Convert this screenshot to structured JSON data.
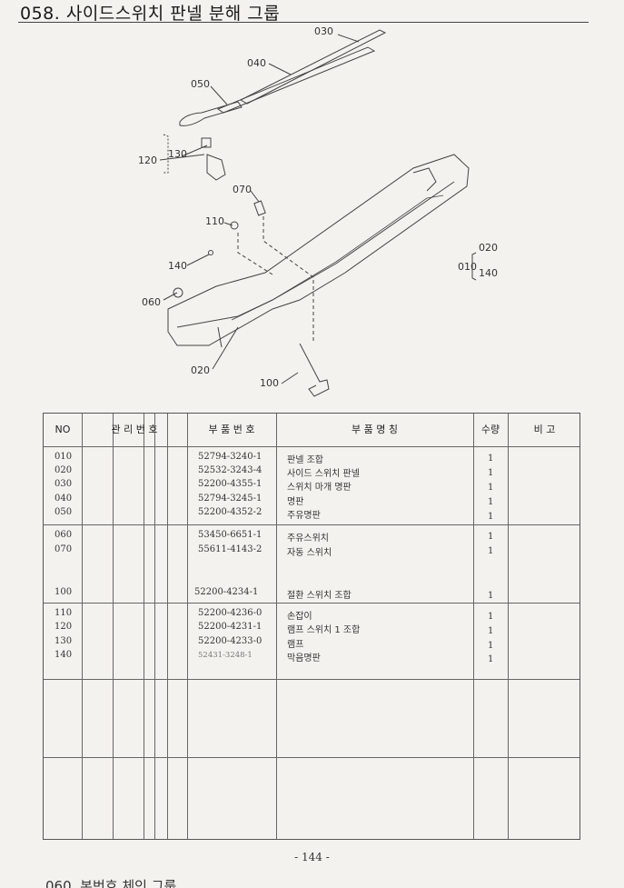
{
  "header": {
    "title": "058. 사이드스위치 판넬 분해 그룹"
  },
  "callouts": {
    "c030": "030",
    "c040": "040",
    "c050": "050",
    "c120": "120",
    "c130": "130",
    "c070": "070",
    "c110": "110",
    "c140": "140",
    "c060": "060",
    "c020": "020",
    "c100": "100",
    "c010": "010",
    "s020": "020",
    "s140": "140"
  },
  "table": {
    "headers": {
      "no": "NO",
      "mgmt": "관 리 번 호",
      "part_no": "부 품 번 호",
      "part_name": "부      품      명      칭",
      "qty": "수량",
      "remark": "비  고"
    },
    "groups": [
      {
        "rows": [
          {
            "no": "010",
            "part_no": "52794-3240-1",
            "name": "판넬 조합",
            "qty": "1"
          },
          {
            "no": "020",
            "part_no": "52532-3243-4",
            "name": "사이드 스위치 판넬",
            "qty": "1"
          },
          {
            "no": "030",
            "part_no": "52200-4355-1",
            "name": "스위치 마개 명판",
            "qty": "1"
          },
          {
            "no": "040",
            "part_no": "52794-3245-1",
            "name": "명판",
            "qty": "1"
          },
          {
            "no": "050",
            "part_no": "52200-4352-2",
            "name": "주유명판",
            "qty": "1"
          }
        ]
      },
      {
        "rows": [
          {
            "no": "060",
            "part_no": "53450-6651-1",
            "name": "주유스위치",
            "qty": "1"
          },
          {
            "no": "070",
            "part_no": "55611-4143-2",
            "name": "자동 스위치",
            "qty": "1"
          },
          {
            "no": "100",
            "part_no": "52200-4234-1",
            "name": "절환 스위치 조합",
            "qty": "1"
          }
        ]
      },
      {
        "rows": [
          {
            "no": "110",
            "part_no": "52200-4236-0",
            "name": "손잡이",
            "qty": "1"
          },
          {
            "no": "120",
            "part_no": "52200-4231-1",
            "name": "램프 스위치 1 조합",
            "qty": "1"
          },
          {
            "no": "130",
            "part_no": "52200-4233-0",
            "name": "램프",
            "qty": "1"
          },
          {
            "no": "140",
            "part_no": "52431-3248-1",
            "name": "막음명판",
            "qty": "1"
          }
        ]
      }
    ]
  },
  "footer": {
    "page_number": "- 144 -",
    "next_section_fragment": "060. 본번호 체인 그룹"
  }
}
